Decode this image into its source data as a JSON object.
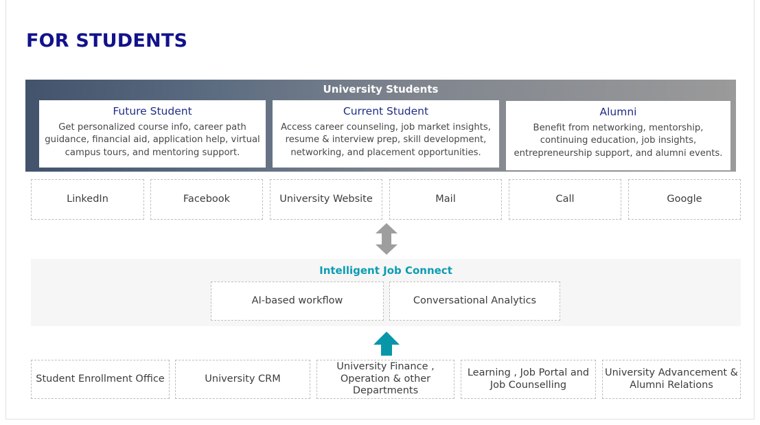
{
  "page": {
    "title": "FOR STUDENTS"
  },
  "students_band": {
    "title": "University Students",
    "cards": [
      {
        "title": "Future Student",
        "description": "Get personalized course info, career path guidance, financial aid, application help, virtual campus tours, and mentoring support."
      },
      {
        "title": "Current Student",
        "description": "Access career counseling, job market insights, resume & interview prep, skill development, networking, and placement opportunities."
      },
      {
        "title": "Alumni",
        "description": "Benefit from networking, mentorship, continuing education, job insights, entrepreneurship support, and alumni events."
      }
    ]
  },
  "channels": {
    "items": [
      {
        "label": "LinkedIn"
      },
      {
        "label": "Facebook"
      },
      {
        "label": "University Website"
      },
      {
        "label": "Mail"
      },
      {
        "label": "Call"
      },
      {
        "label": "Google"
      }
    ]
  },
  "connectors": {
    "bidirectional_arrow": "up-down-arrow-icon",
    "upward_arrow": "up-arrow-icon"
  },
  "intelligent_job_connect": {
    "title": "Intelligent Job Connect",
    "items": [
      {
        "label": "AI-based workflow"
      },
      {
        "label": "Conversational Analytics"
      }
    ]
  },
  "departments": {
    "items": [
      {
        "label": "Student Enrollment Office"
      },
      {
        "label": "University CRM"
      },
      {
        "label": "University Finance , Operation & other Departments"
      },
      {
        "label": "Learning , Job Portal and Job Counselling"
      },
      {
        "label": "University Advancement & Alumni Relations"
      }
    ]
  },
  "colors": {
    "title_navy": "#12128c",
    "card_title_navy": "#1f2d87",
    "band_gradient_start": "#42536b",
    "band_gradient_end": "#9a9a9a",
    "accent_teal": "#0c9cb2",
    "arrow_gray": "#9e9e9e",
    "panel_bg": "#f6f6f6",
    "dashed_border": "#bdbdbd"
  }
}
